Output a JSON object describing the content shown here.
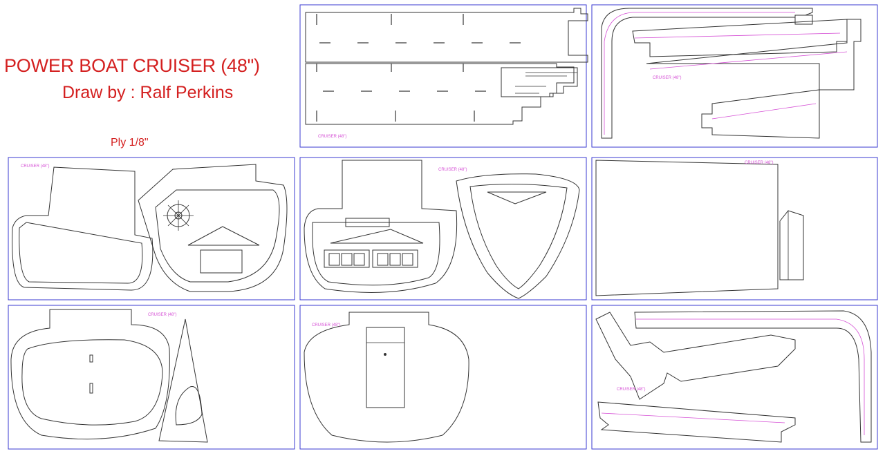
{
  "header": {
    "title": "POWER BOAT CRUISER  (48\")",
    "author": "Draw by : Ralf Perkins",
    "material": "Ply 1/8\""
  },
  "sheet_tag": "CRUISER (48\")",
  "colors": {
    "title": "#d42020",
    "sheet_border": "#3a3ad0",
    "part_outline": "#333333",
    "guide_line": "#d54fd5"
  }
}
